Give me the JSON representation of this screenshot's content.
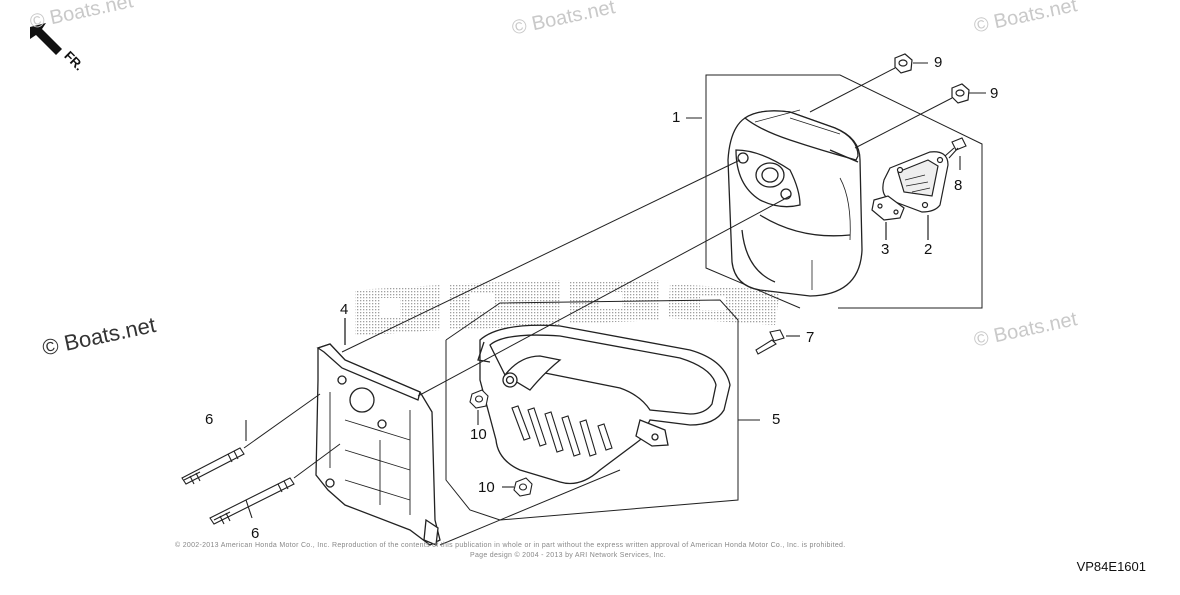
{
  "watermarks": {
    "top_left": "© Boats.net",
    "top_center": "© Boats.net",
    "top_right": "© Boats.net",
    "mid_left": "© Boats.net",
    "mid_right": "© Boats.net"
  },
  "direction_label": "FR.",
  "callouts": {
    "c1": "1",
    "c2": "2",
    "c3": "3",
    "c4": "4",
    "c5": "5",
    "c6a": "6",
    "c6b": "6",
    "c7": "7",
    "c8": "8",
    "c9a": "9",
    "c9b": "9",
    "c10a": "10",
    "c10b": "10"
  },
  "copyright_line1": "© 2002-2013 American Honda Motor Co., Inc. Reproduction of the contents of this publication in whole or in part without the express written approval of American Honda Motor Co., Inc. is prohibited.",
  "copyright_line2": "Page design © 2004 - 2013 by ARI Network Services, Inc.",
  "diagram_code": "VP84E1601",
  "colors": {
    "line": "#222222",
    "watermark": "#c9c9c9",
    "halftone": "#9a9a9a"
  }
}
